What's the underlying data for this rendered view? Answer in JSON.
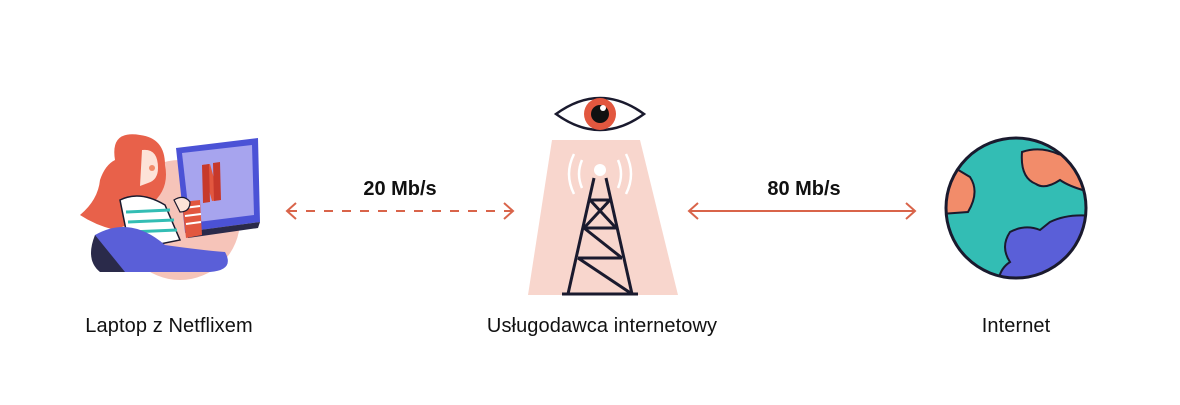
{
  "nodes": [
    {
      "id": "laptop",
      "label": "Laptop z Netflixem"
    },
    {
      "id": "isp",
      "label": "Usługodawca internetowy"
    },
    {
      "id": "internet",
      "label": "Internet"
    }
  ],
  "links": [
    {
      "from": "laptop",
      "to": "isp",
      "label": "20 Mb/s",
      "style": "dashed"
    },
    {
      "from": "isp",
      "to": "internet",
      "label": "80 Mb/s",
      "style": "solid"
    }
  ],
  "colors": {
    "arrow": "#d9644a",
    "accent_red": "#e2573f",
    "beam": "#f8d6cd",
    "ocean": "#33bdb4",
    "land_orange": "#f28c6a",
    "land_blue": "#5a5fd8",
    "ink": "#1a1a2e"
  }
}
